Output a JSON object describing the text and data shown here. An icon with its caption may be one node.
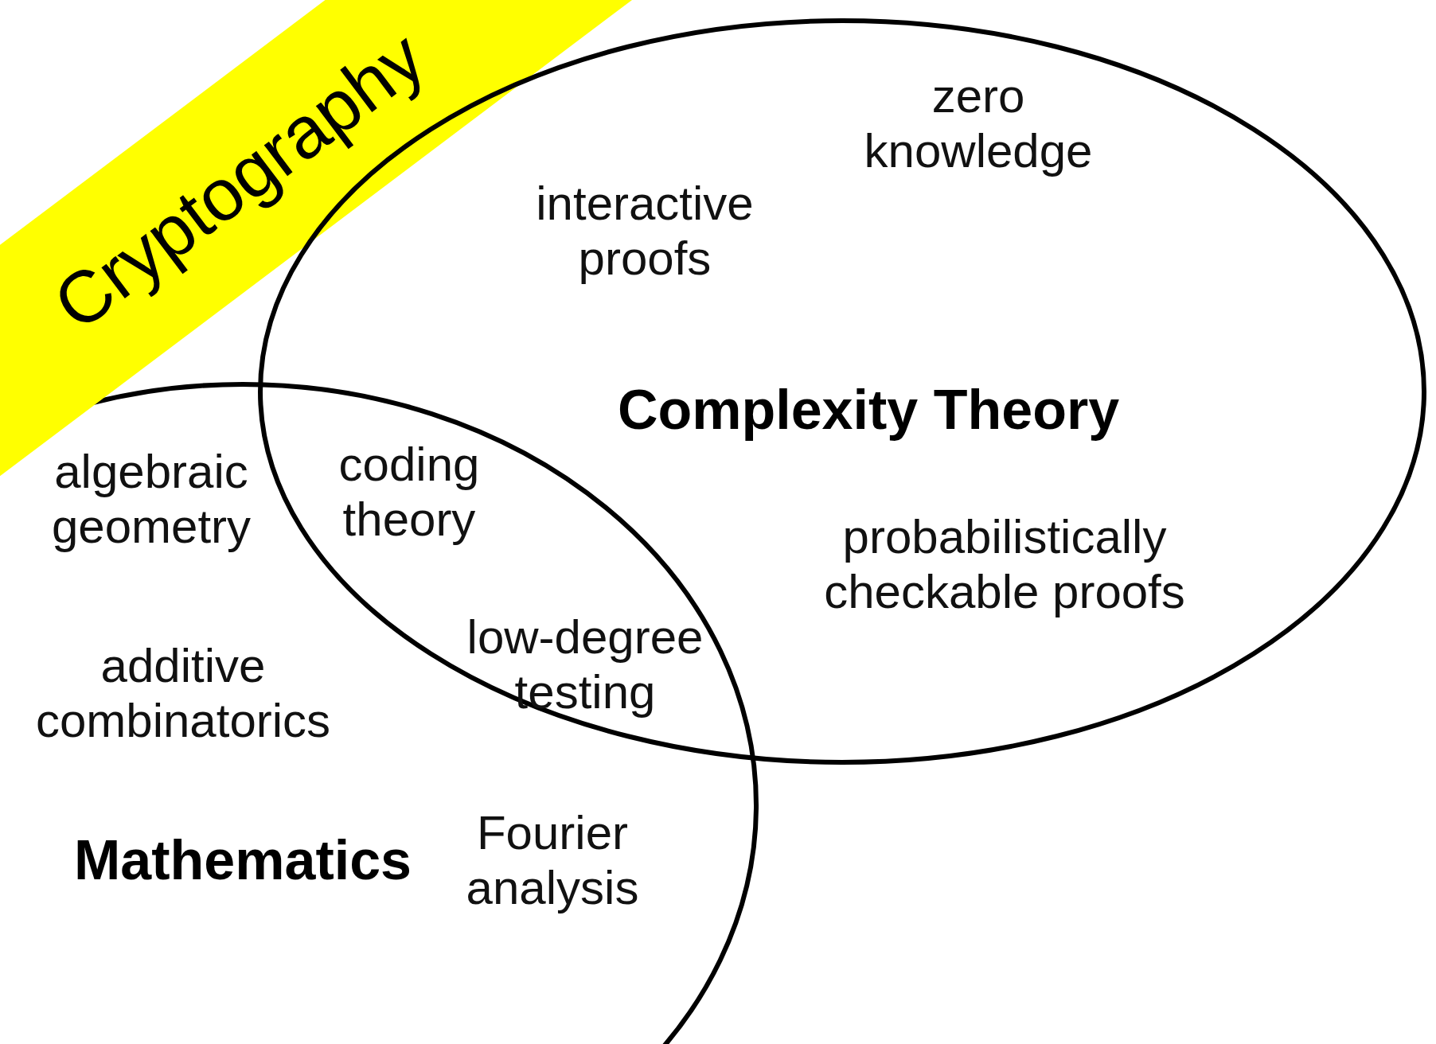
{
  "diagram": {
    "nodes": [
      {
        "text": [
          "Cryptography"
        ]
      },
      {
        "text": [
          "Complexity Theory"
        ]
      },
      {
        "text": [
          "Mathematics"
        ]
      }
    ],
    "labels": [
      "zero knowledge",
      "interactive proofs",
      "coding theory",
      "algebraic geometry",
      "probabilistically checkable proofs",
      "low-degree testing",
      "additive combinatorics",
      "Fourier analysis"
    ]
  }
}
